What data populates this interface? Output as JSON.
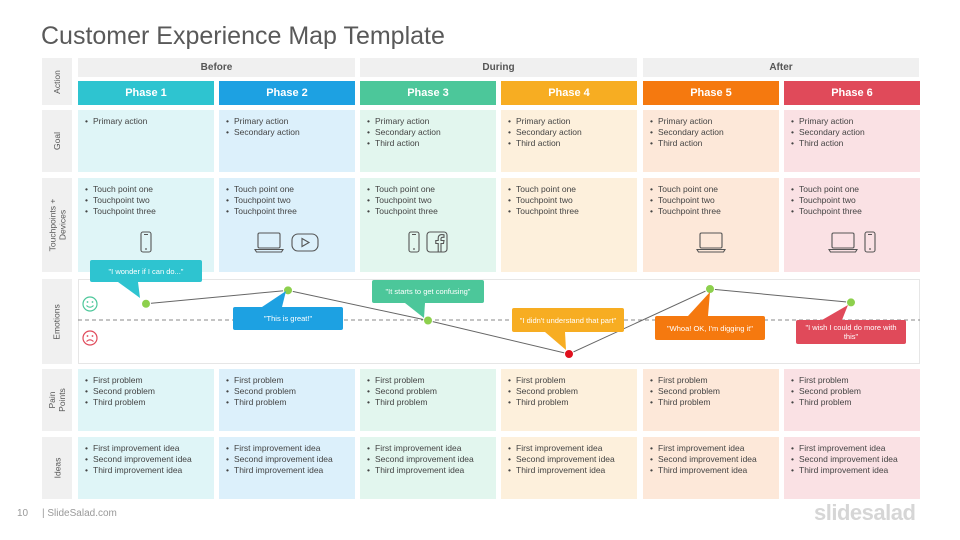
{
  "title": "Customer Experience Map Template",
  "row_labels": {
    "action": "Action",
    "goal": "Goal",
    "touchpoints": "Touchpoints +\nDevices",
    "emotions": "Emotions",
    "pain_points": "Pain\nPoints",
    "ideas": "Ideas"
  },
  "stages": [
    "Before",
    "During",
    "After"
  ],
  "phases": [
    {
      "name": "Phase 1",
      "color": "#2ec4d0",
      "bg": "#dff5f7",
      "goals": [
        "Primary action"
      ],
      "touchpoints": [
        "Touch point one",
        "Touchpoint two",
        "Touchpoint three"
      ],
      "devices": [
        "phone-icon"
      ],
      "pains": [
        "First problem",
        "Second problem",
        "Third problem"
      ],
      "ideas": [
        "First improvement idea",
        "Second improvement idea",
        "Third improvement idea"
      ],
      "emotion": 0.75,
      "quote": "\"I wonder if I can do...\""
    },
    {
      "name": "Phase 2",
      "color": "#1da1e2",
      "bg": "#dcf0fb",
      "goals": [
        "Primary action",
        "Secondary action"
      ],
      "touchpoints": [
        "Touch point one",
        "Touchpoint two",
        "Touchpoint three"
      ],
      "devices": [
        "laptop-icon",
        "play-icon"
      ],
      "pains": [
        "First problem",
        "Second problem",
        "Third problem"
      ],
      "ideas": [
        "First improvement idea",
        "Second improvement idea",
        "Third improvement idea"
      ],
      "emotion": 0.95,
      "quote": "\"This is great!\""
    },
    {
      "name": "Phase 3",
      "color": "#4cc79a",
      "bg": "#e2f6ee",
      "goals": [
        "Primary action",
        "Secondary action",
        "Third action"
      ],
      "touchpoints": [
        "Touch point one",
        "Touchpoint two",
        "Touchpoint three"
      ],
      "devices": [
        "phone-icon",
        "facebook-icon"
      ],
      "pains": [
        "First problem",
        "Second problem",
        "Third problem"
      ],
      "ideas": [
        "First improvement idea",
        "Second improvement idea",
        "Third improvement idea"
      ],
      "emotion": 0.5,
      "quote": "\"It starts to get confusing\""
    },
    {
      "name": "Phase 4",
      "color": "#f7ad22",
      "bg": "#fdf0dc",
      "goals": [
        "Primary action",
        "Secondary action",
        "Third action"
      ],
      "touchpoints": [
        "Touch point one",
        "Touchpoint two",
        "Touchpoint three"
      ],
      "devices": [],
      "pains": [
        "First problem",
        "Second problem",
        "Third problem"
      ],
      "ideas": [
        "First improvement idea",
        "Second improvement idea",
        "Third improvement idea"
      ],
      "emotion": 0.0,
      "quote": "\"I didn't understand that part\""
    },
    {
      "name": "Phase 5",
      "color": "#f5790f",
      "bg": "#fde8d9",
      "goals": [
        "Primary action",
        "Secondary action",
        "Third action"
      ],
      "touchpoints": [
        "Touch point one",
        "Touchpoint two",
        "Touchpoint three"
      ],
      "devices": [
        "laptop-icon"
      ],
      "pains": [
        "First problem",
        "Second problem",
        "Third problem"
      ],
      "ideas": [
        "First improvement idea",
        "Second improvement idea",
        "Third improvement idea"
      ],
      "emotion": 0.97,
      "quote": "\"Whoa! OK, I'm digging it\""
    },
    {
      "name": "Phase 6",
      "color": "#e04a5a",
      "bg": "#fae1e4",
      "goals": [
        "Primary action",
        "Secondary action",
        "Third action"
      ],
      "touchpoints": [
        "Touch point one",
        "Touchpoint two",
        "Touchpoint three"
      ],
      "devices": [
        "laptop-icon",
        "phone-icon"
      ],
      "pains": [
        "First problem",
        "Second problem",
        "Third problem"
      ],
      "ideas": [
        "First improvement idea",
        "Second improvement idea",
        "Third improvement idea"
      ],
      "emotion": 0.77,
      "quote": "\"I wish I could do more with this\""
    }
  ],
  "footer": {
    "page_number": "10",
    "site": "| SlideSalad.com",
    "logo": "slidesalad"
  }
}
